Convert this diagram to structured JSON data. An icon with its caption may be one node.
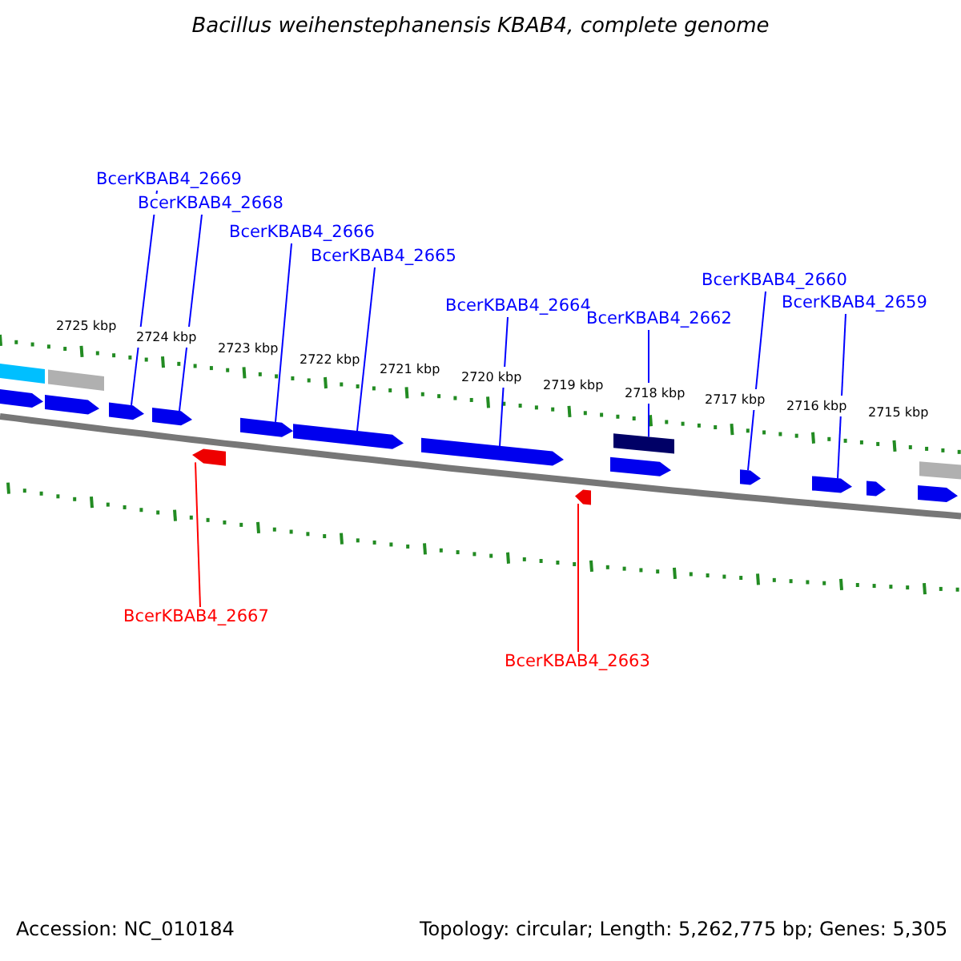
{
  "diagram": {
    "title": "Bacillus weihenstephanensis KBAB4, complete genome",
    "nodes": [
      {
        "text": [
          "BcerKBAB4_2669"
        ]
      },
      {
        "text": [
          "BcerKBAB4_2668"
        ]
      },
      {
        "text": [
          "BcerKBAB4_2666"
        ]
      },
      {
        "text": [
          "BcerKBAB4_2665"
        ]
      },
      {
        "text": [
          "BcerKBAB4_2664"
        ]
      },
      {
        "text": [
          "BcerKBAB4_2662"
        ]
      },
      {
        "text": [
          "BcerKBAB4_2660"
        ]
      },
      {
        "text": [
          "BcerKBAB4_2659"
        ]
      },
      {
        "text": [
          "BcerKBAB4_2667"
        ]
      },
      {
        "text": [
          "BcerKBAB4_2663"
        ]
      },
      {
        "text": [],
        "shape": "bar"
      },
      {
        "text": [],
        "shape": "arrow"
      },
      {
        "text": [],
        "shape": "arrow"
      },
      {
        "text": [],
        "shape": "bar"
      },
      {
        "text": [],
        "shape": "arrow"
      },
      {
        "text": [],
        "shape": "arrow"
      },
      {
        "text": [],
        "shape": "arrow"
      },
      {
        "text": [],
        "shape": "arrow"
      },
      {
        "text": [],
        "shape": "arrow"
      },
      {
        "text": [],
        "shape": "arrow"
      },
      {
        "text": [],
        "shape": "arrow"
      },
      {
        "text": [],
        "shape": "arrow"
      },
      {
        "text": [],
        "shape": "bar"
      },
      {
        "text": [],
        "shape": "arrow"
      },
      {
        "text": [],
        "shape": "arrow"
      },
      {
        "text": [],
        "shape": "arrow"
      },
      {
        "text": [],
        "shape": "arrow"
      },
      {
        "text": [],
        "shape": "bar"
      }
    ],
    "edges": [
      {
        "from": 0,
        "to": 14,
        "arrow": "none"
      },
      {
        "from": 1,
        "to": 15,
        "arrow": "none"
      },
      {
        "from": 2,
        "to": 17,
        "arrow": "none"
      },
      {
        "from": 3,
        "to": 18,
        "arrow": "none"
      },
      {
        "from": 4,
        "to": 19,
        "arrow": "none"
      },
      {
        "from": 5,
        "to": 22,
        "arrow": "none"
      },
      {
        "from": 6,
        "to": 23,
        "arrow": "none"
      },
      {
        "from": 7,
        "to": 24,
        "arrow": "none"
      },
      {
        "from": 8,
        "to": 16,
        "arrow": "none",
        "color": "#ff0000"
      },
      {
        "from": 9,
        "to": 20,
        "arrow": "none",
        "color": "#ff0000"
      }
    ],
    "labels": [
      "2725 kbp",
      "2724 kbp",
      "2723 kbp",
      "2722 kbp",
      "2721 kbp",
      "2720 kbp",
      "2719 kbp",
      "2718 kbp",
      "2717 kbp",
      "2716 kbp",
      "2715 kbp",
      "Accession: NC_010184",
      "Topology: circular; Length: 5,262,775 bp; Genes: 5,305"
    ]
  }
}
